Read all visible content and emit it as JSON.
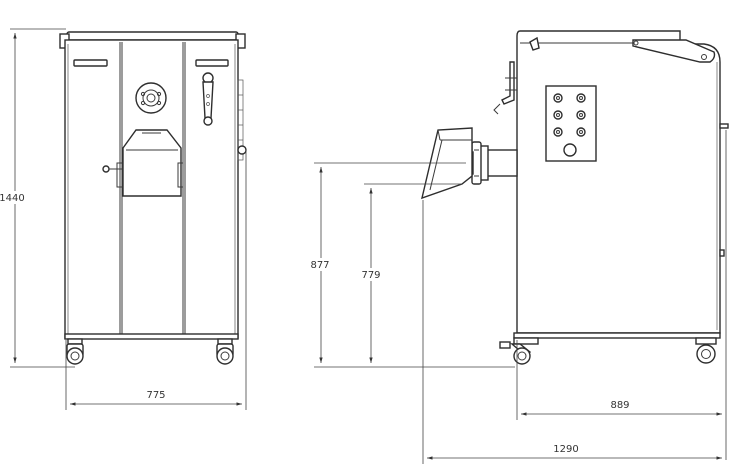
{
  "dimensions": {
    "total_height": "1440",
    "front_width": "775",
    "outlet_height": "877",
    "outlet_inner_height": "779",
    "side_depth": "889",
    "total_length": "1290"
  }
}
